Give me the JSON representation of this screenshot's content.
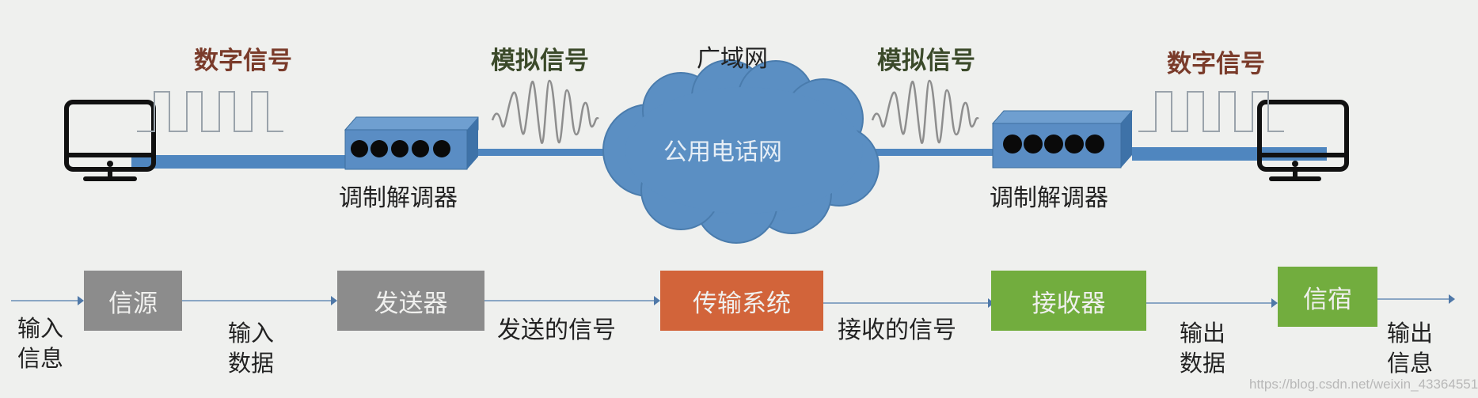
{
  "top_diagram": {
    "left_signal_label": "数字信号",
    "left_analog_label": "模拟信号",
    "wan_label": "广域网",
    "right_analog_label": "模拟信号",
    "right_signal_label": "数字信号",
    "cloud_label": "公用电话网",
    "left_modem_label": "调制解调器",
    "right_modem_label": "调制解调器",
    "left_device": "computer-icon",
    "right_device": "computer-icon"
  },
  "flow": {
    "blocks": [
      {
        "label": "信源",
        "color": "#8c8c8c"
      },
      {
        "label": "发送器",
        "color": "#8c8c8c"
      },
      {
        "label": "传输系统",
        "color": "#d2643a"
      },
      {
        "label": "接收器",
        "color": "#72ad3e"
      },
      {
        "label": "信宿",
        "color": "#72ad3e"
      }
    ],
    "edge_labels": {
      "input_info_1": "输入",
      "input_info_2": "信息",
      "input_data_1": "输入",
      "input_data_2": "数据",
      "sent_signal": "发送的信号",
      "received_signal": "接收的信号",
      "output_data_1": "输出",
      "output_data_2": "数据",
      "output_info_1": "输出",
      "output_info_2": "信息"
    }
  },
  "colors": {
    "line_blue": "#4f86bf",
    "cloud_blue": "#5b8fc3",
    "modem_blue": "#5a8dc4",
    "arrow_blue": "#5b7fa8",
    "background": "#eff0ee"
  },
  "watermark": "https://blog.csdn.net/weixin_43364551"
}
